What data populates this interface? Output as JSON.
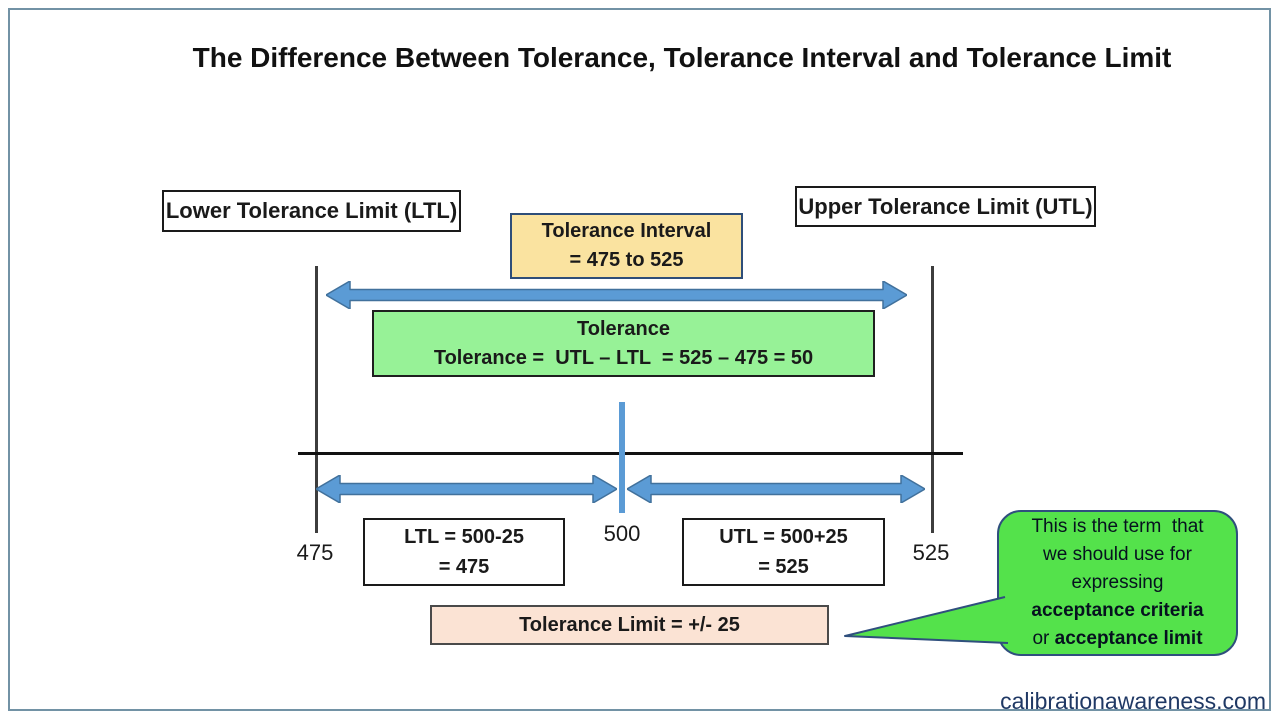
{
  "title": "The Difference Between Tolerance, Tolerance Interval and Tolerance Limit",
  "labels": {
    "ltl_top": "Lower Tolerance Limit (LTL)",
    "utl_top": "Upper Tolerance Limit (UTL)"
  },
  "tolerance_interval_box": {
    "line1": "Tolerance Interval",
    "line2": "= 475 to 525"
  },
  "tolerance_box": {
    "line1": "Tolerance",
    "line2": "Tolerance =  UTL – LTL  = 525 – 475 = 50"
  },
  "ltl_calc_box": {
    "line1": "LTL = 500-25",
    "line2": "= 475"
  },
  "utl_calc_box": {
    "line1": "UTL = 500+25",
    "line2": "= 525"
  },
  "tolerance_limit_box": {
    "text": "Tolerance Limit = +/- 25"
  },
  "axis": {
    "left_tick": "475",
    "center_tick": "500",
    "right_tick": "525"
  },
  "callout": {
    "line1": "This is the term  that",
    "line2": "we should use for",
    "line3": "expressing",
    "line4_bold": "acceptance criteria",
    "line5_prefix": "or ",
    "line5_bold": "acceptance limit"
  },
  "footer": {
    "website": "calibrationawareness.com"
  },
  "colors": {
    "arrow_fill": "#5B9BD5",
    "arrow_outline": "#41719C",
    "interval_box_fill": "#FAE3A0",
    "interval_box_border": "#2E4E79",
    "tolerance_box_fill": "#97F297",
    "limit_box_fill": "#FBE3D4",
    "callout_fill": "#54E24B",
    "callout_border": "#2F4F7D",
    "footer_text": "#1F3864",
    "frame_border": "#7292A5"
  }
}
